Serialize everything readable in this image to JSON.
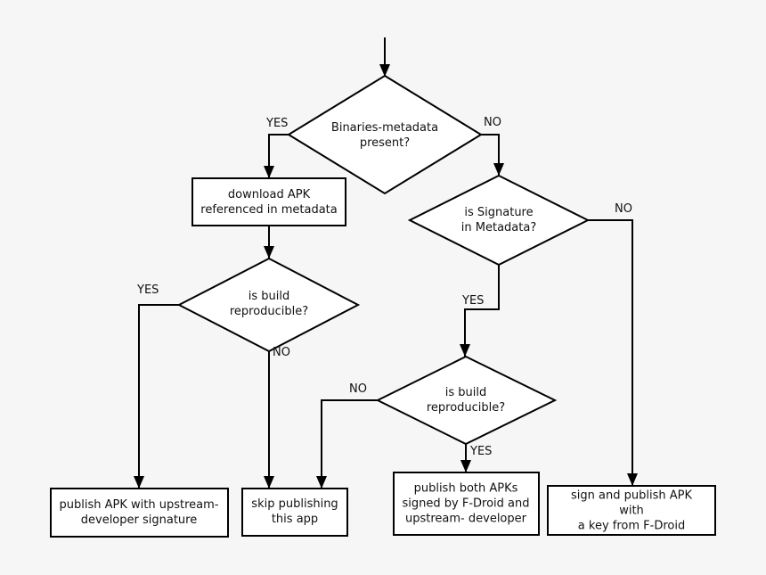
{
  "colors": {
    "background": "#f6f6f6",
    "shape_fill": "#ffffff",
    "line": "#000000",
    "text": "#111111"
  },
  "nodes": {
    "binaries_present": {
      "label": "Binaries-metadata\npresent?"
    },
    "download_apk": {
      "label": "download APK\nreferenced in metadata"
    },
    "signature_in_metadata": {
      "label": "is Signature\nin Metadata?"
    },
    "build_reproducible_left": {
      "label": "is build\nreproducible?"
    },
    "build_reproducible_mid": {
      "label": "is build\nreproducible?"
    },
    "publish_upstream": {
      "label": "publish APK with upstream-\ndeveloper signature"
    },
    "skip_publishing": {
      "label": "skip publishing\nthis app"
    },
    "publish_both": {
      "label": "publish both APKs\nsigned by F-Droid and\nupstream- developer"
    },
    "sign_and_publish": {
      "label": "sign and publish APK with\na key from F-Droid"
    }
  },
  "edge_labels": {
    "binaries_yes": "YES",
    "binaries_no": "NO",
    "signature_no": "NO",
    "signature_yes": "YES",
    "build_left_yes": "YES",
    "build_left_no": "NO",
    "build_mid_no": "NO",
    "build_mid_yes": "YES"
  }
}
